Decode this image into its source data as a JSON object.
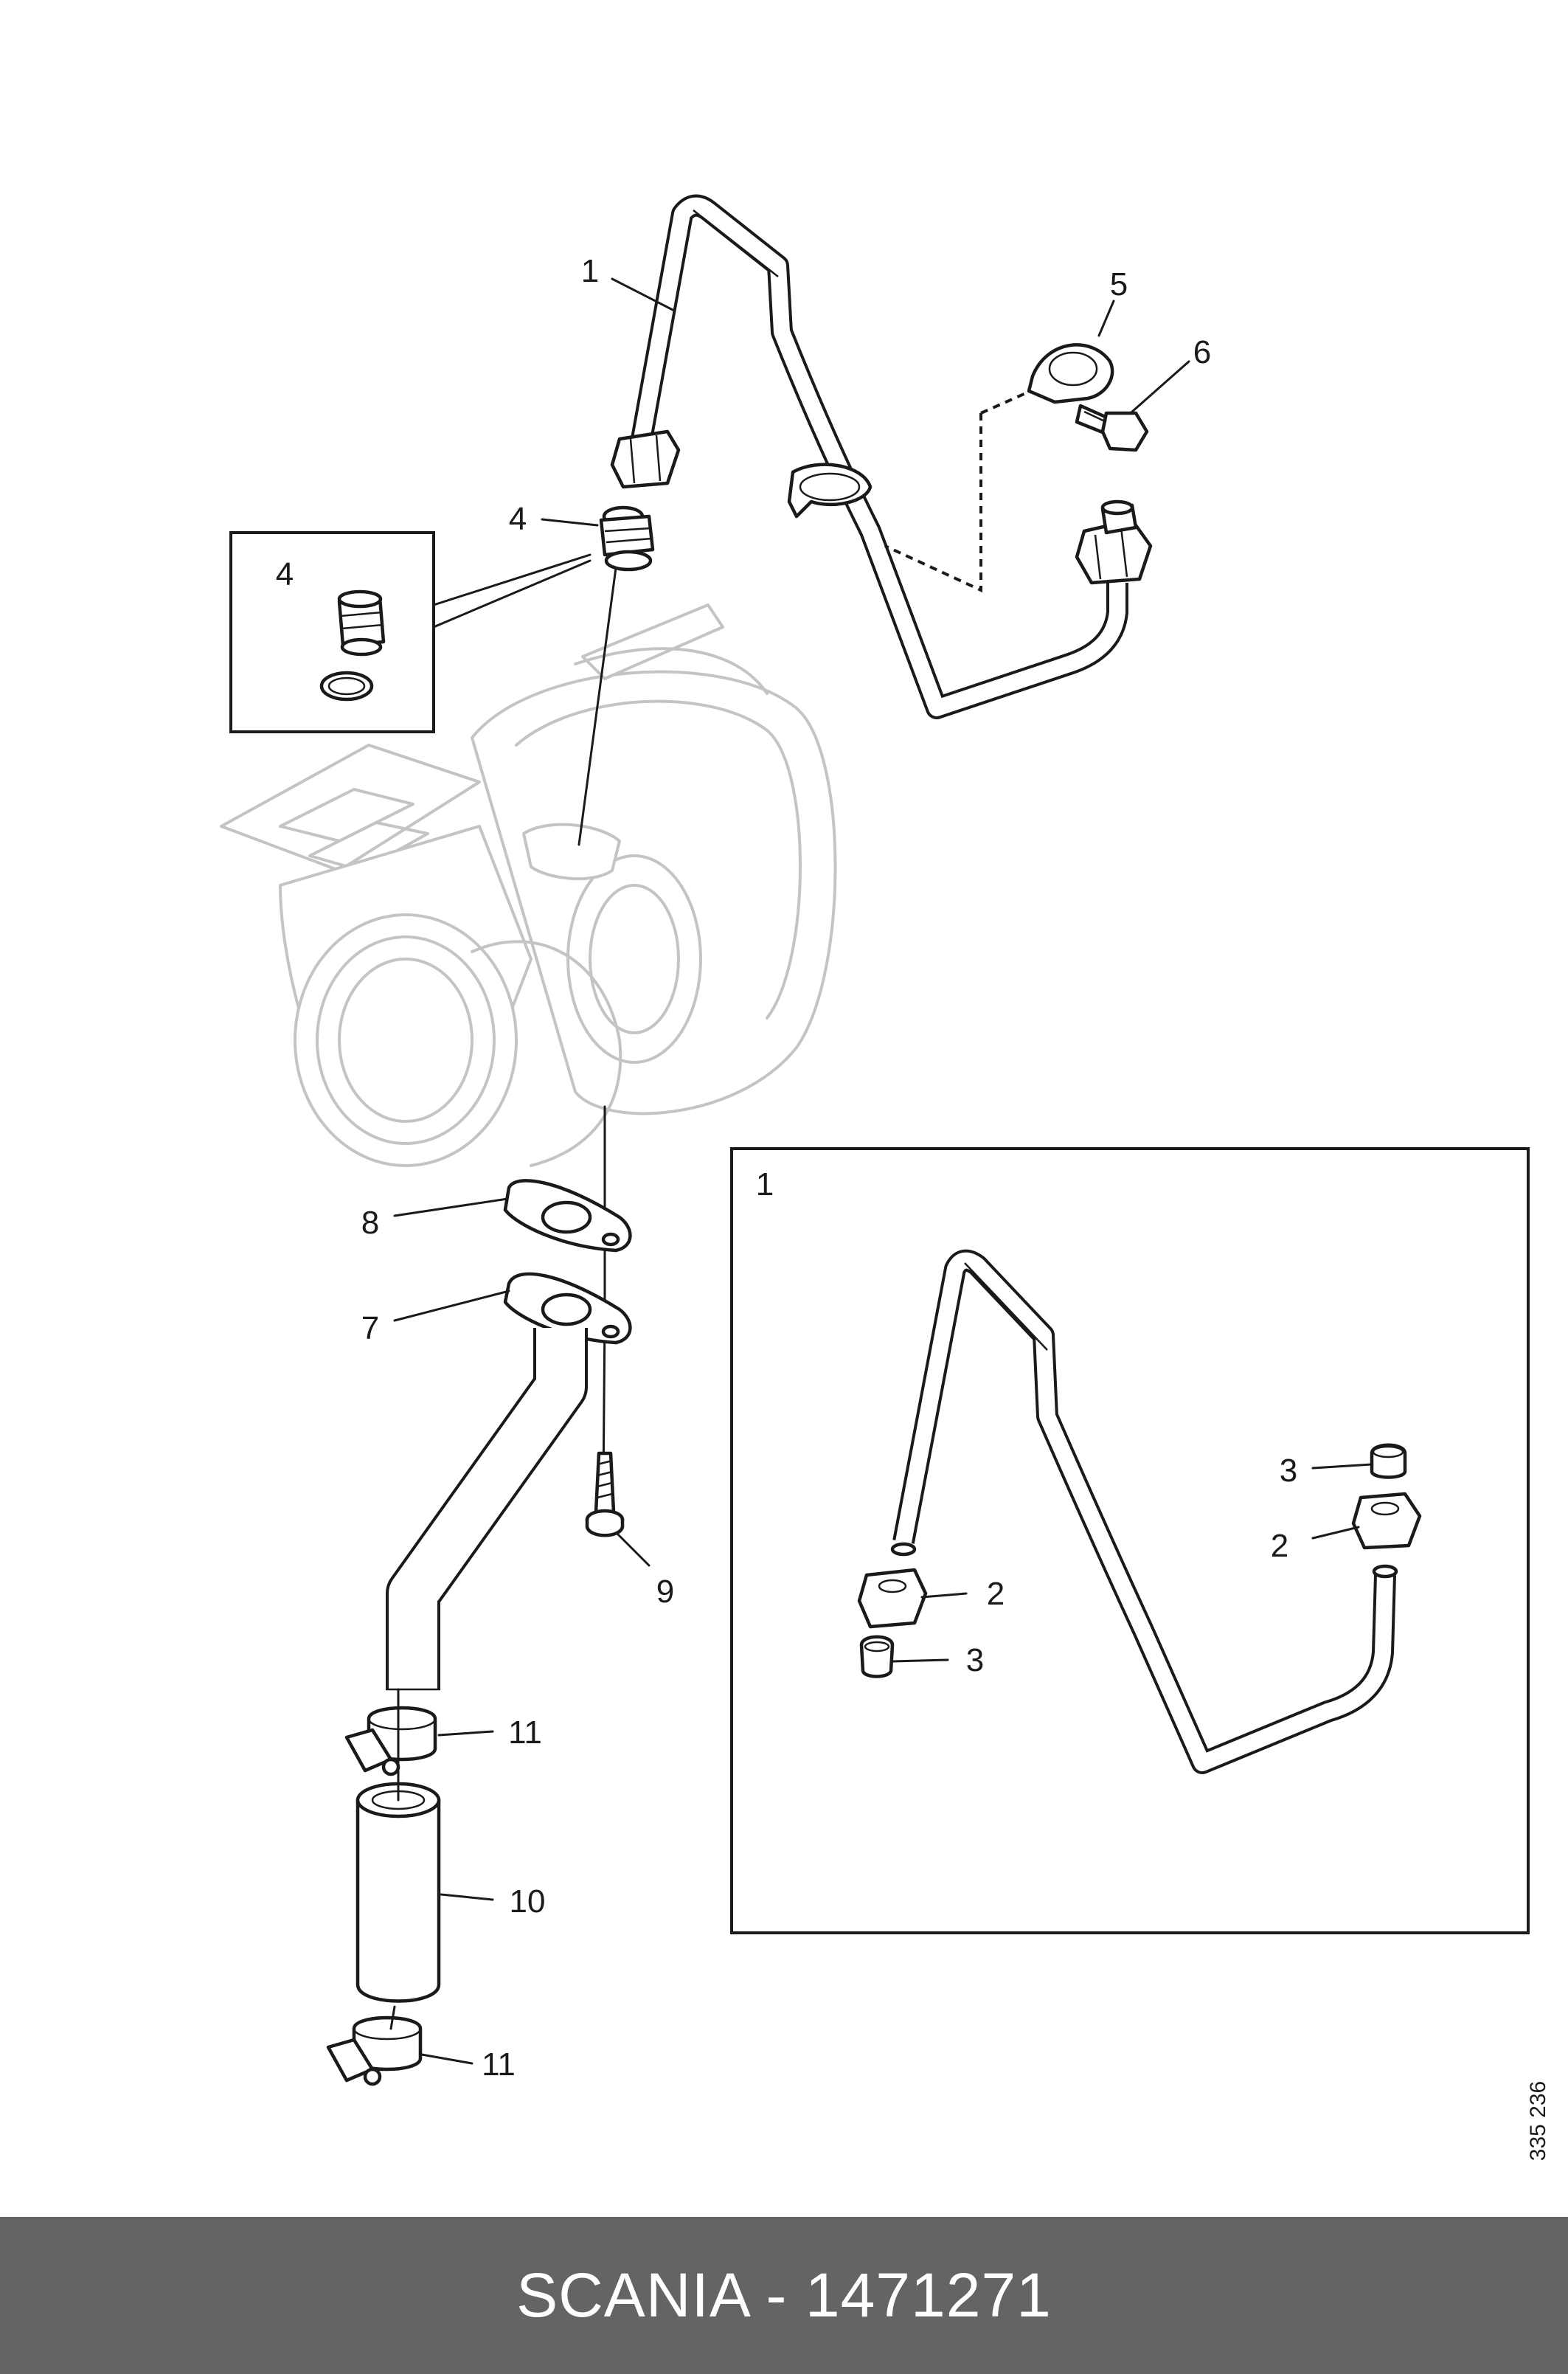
{
  "diagram": {
    "callouts": {
      "c1": "1",
      "c4": "4",
      "c4box": "4",
      "c5": "5",
      "c6": "6",
      "c7": "7",
      "c8": "8",
      "c9": "9",
      "c10": "10",
      "c11a": "11",
      "c11b": "11"
    },
    "detail_box": {
      "title": "1",
      "c2a": "2",
      "c3a": "3",
      "c2b": "2",
      "c3b": "3"
    },
    "drawing_number": "335 236"
  },
  "footer": {
    "title": "SCANIA - 1471271",
    "background": "#646464",
    "text_color": "#ffffff"
  }
}
